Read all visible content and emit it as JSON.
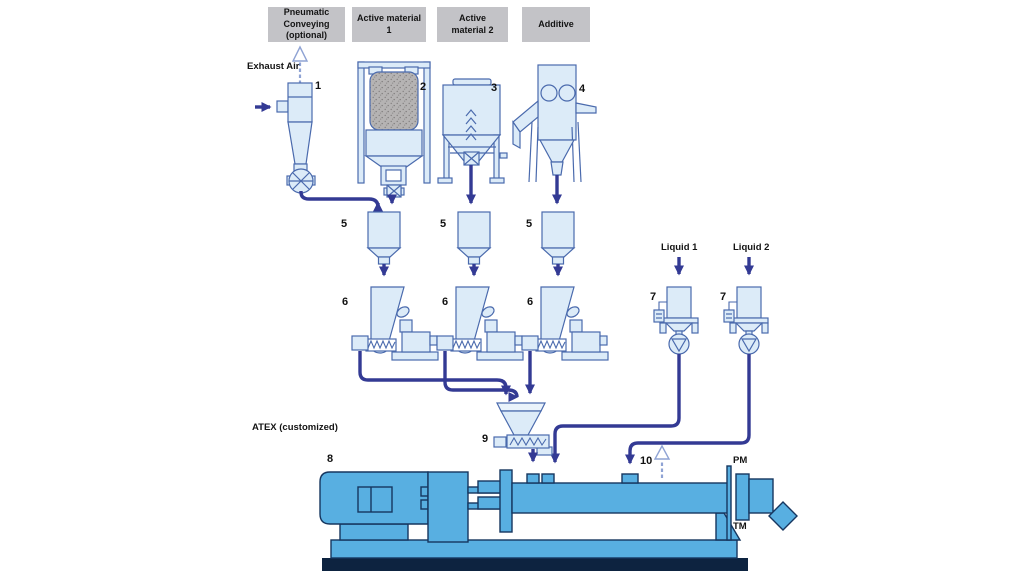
{
  "header_boxes": [
    {
      "label": "Pneumatic Conveying (optional)"
    },
    {
      "label": "Active material 1"
    },
    {
      "label": "Active material 2"
    },
    {
      "label": "Additive"
    }
  ],
  "labels": {
    "exhaust_air": "Exhaust Air",
    "atex": "ATEX (customized)",
    "liquid_1": "Liquid 1",
    "liquid_2": "Liquid 2",
    "pm": "PM",
    "tm": "TM"
  },
  "numbers": {
    "n1": "1",
    "n2": "2",
    "n3": "3",
    "n4": "4",
    "n5": "5",
    "n6": "6",
    "n7": "7",
    "n8": "8",
    "n9": "9",
    "n10": "10"
  },
  "colors": {
    "pipe": "#333a94",
    "equipment_fill": "#dcebf8",
    "equipment_outline": "#4a6aad",
    "machine_blue": "#58afe1",
    "machine_outline": "#16365f",
    "base_navy": "#0d2340",
    "header_gray": "#c3c3c7",
    "bag_gray": "#b5b3b3"
  }
}
